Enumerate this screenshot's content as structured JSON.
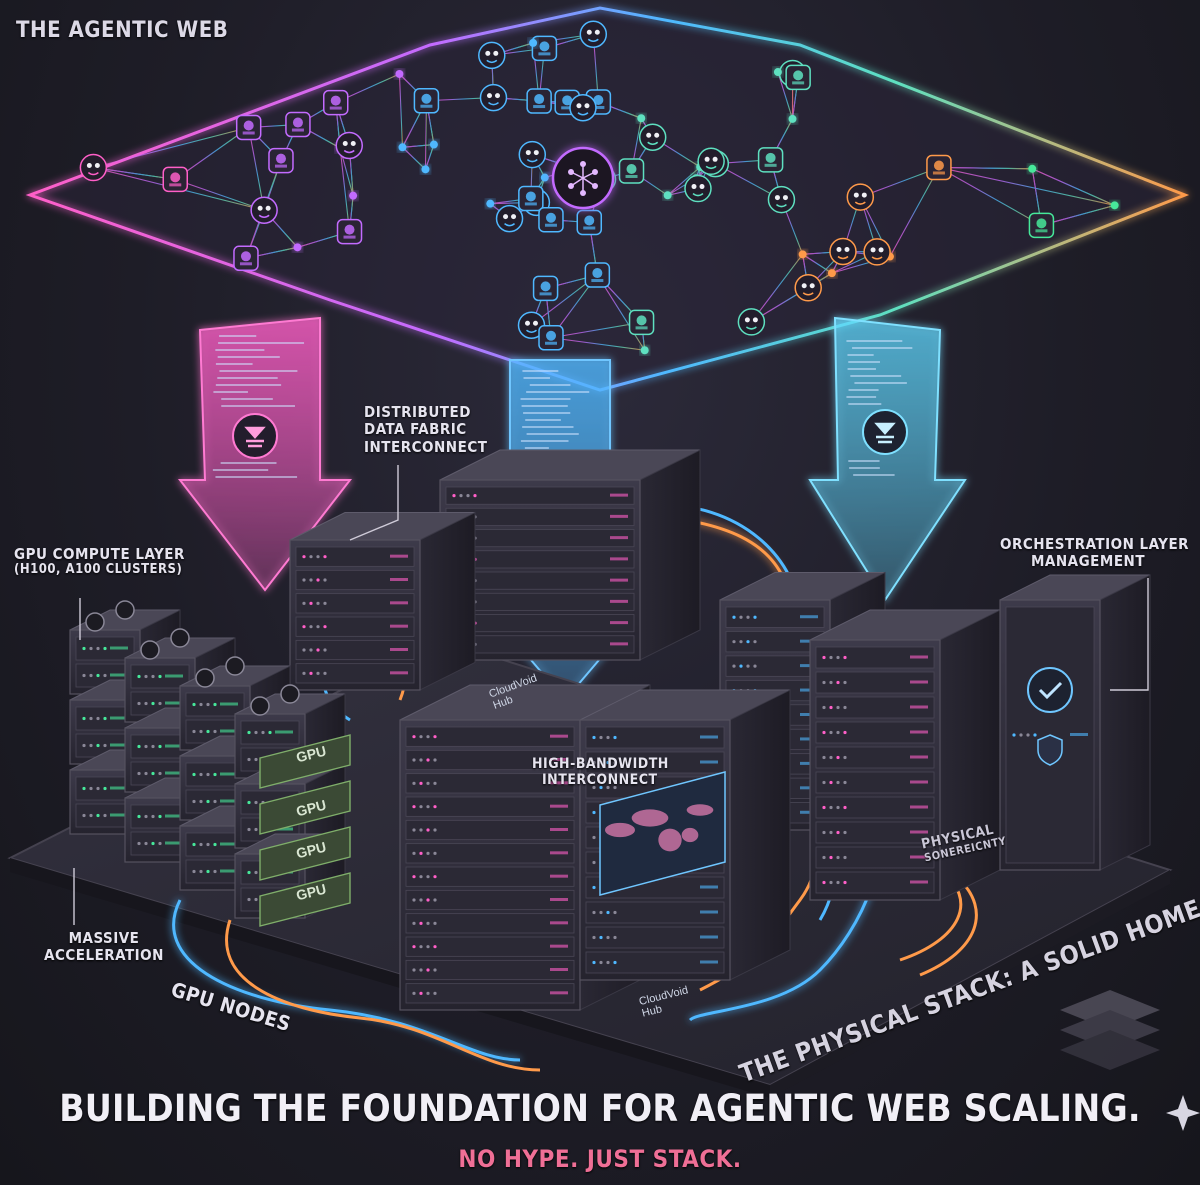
{
  "labels": {
    "title": "THE AGENTIC WEB",
    "data_fabric": [
      "DISTRIBUTED",
      "DATA FABRIC",
      "INTERCONNECT"
    ],
    "gpu_layer": [
      "GPU COMPUTE LAYER",
      "(H100, A100 CLUSTERS)"
    ],
    "orchestration": [
      "ORCHESTRATION LAYER",
      "MANAGEMENT"
    ],
    "high_bandwidth": [
      "HIGH-BANDWIDTH",
      "INTERCONNECT"
    ],
    "acceleration": [
      "MASSIVE",
      "ACCELERATION"
    ],
    "gpu_nodes": "GPU NODES",
    "physical": [
      "PHYSICAL",
      "SONEREICNTY"
    ],
    "physical_stack": "THE PHYSICAL STACK: A SOLID HOME",
    "headline": "BUILDING THE FOUNDATION FOR AGENTIC WEB SCALING.",
    "tagline": "NO HYPE. JUST STACK.",
    "gpu_tags": [
      "GPU",
      "GPU",
      "GPU",
      "GPU"
    ],
    "brand_a": [
      "CloudVoid",
      "Hub"
    ],
    "brand_b": [
      "CloudVoid",
      "Hub"
    ]
  },
  "colors": {
    "background": "#1e1d27",
    "pink": "#ff5fc8",
    "blue": "#4fb8ff",
    "orange": "#ff9a4a",
    "green": "#46e89a",
    "tagline": "#ef6f96"
  },
  "icons": [
    "robot-icon",
    "brain-icon",
    "lightbulb-icon",
    "magnifier-icon",
    "network-icon",
    "shield-icon",
    "download-icon",
    "layers-icon"
  ]
}
